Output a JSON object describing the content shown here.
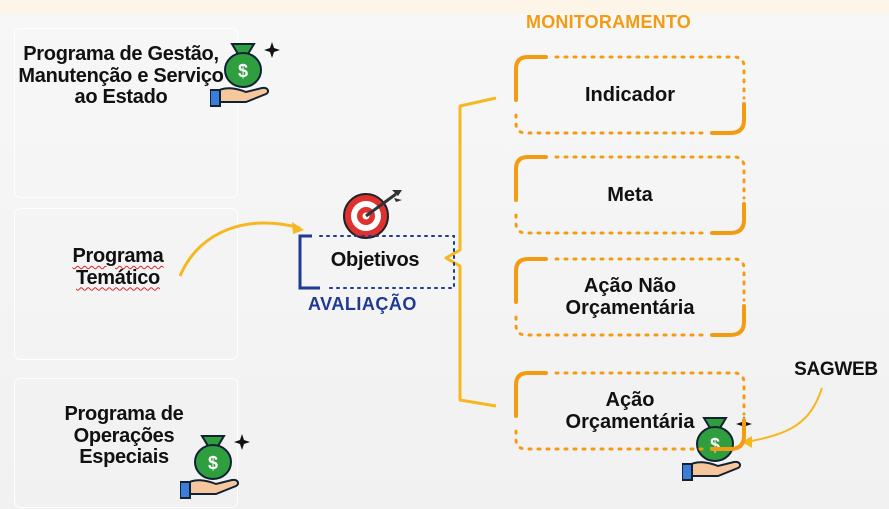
{
  "left_programs": [
    {
      "label": "Programa de Gestão, Manutenção e Serviço ao Estado"
    },
    {
      "label": "Programa Temático"
    },
    {
      "label": "Programa de Operações Especiais"
    }
  ],
  "center": {
    "objetivos": "Objetivos",
    "avaliacao": "AVALIAÇÃO"
  },
  "monitoramento": {
    "title": "MONITORAMENTO",
    "items": [
      {
        "label": "Indicador"
      },
      {
        "label": "Meta"
      },
      {
        "label": "Ação Não Orçamentária"
      },
      {
        "label": "Ação Orçamentária"
      }
    ]
  },
  "sagweb": "SAGWEB",
  "colors": {
    "orange": "#f39c12",
    "navy": "#1f3a93",
    "money_green": "#2e9e3e",
    "target_red": "#e03131"
  },
  "icons": [
    "money-bag-hand-icon",
    "target-arrow-icon",
    "sparkle-icon"
  ]
}
